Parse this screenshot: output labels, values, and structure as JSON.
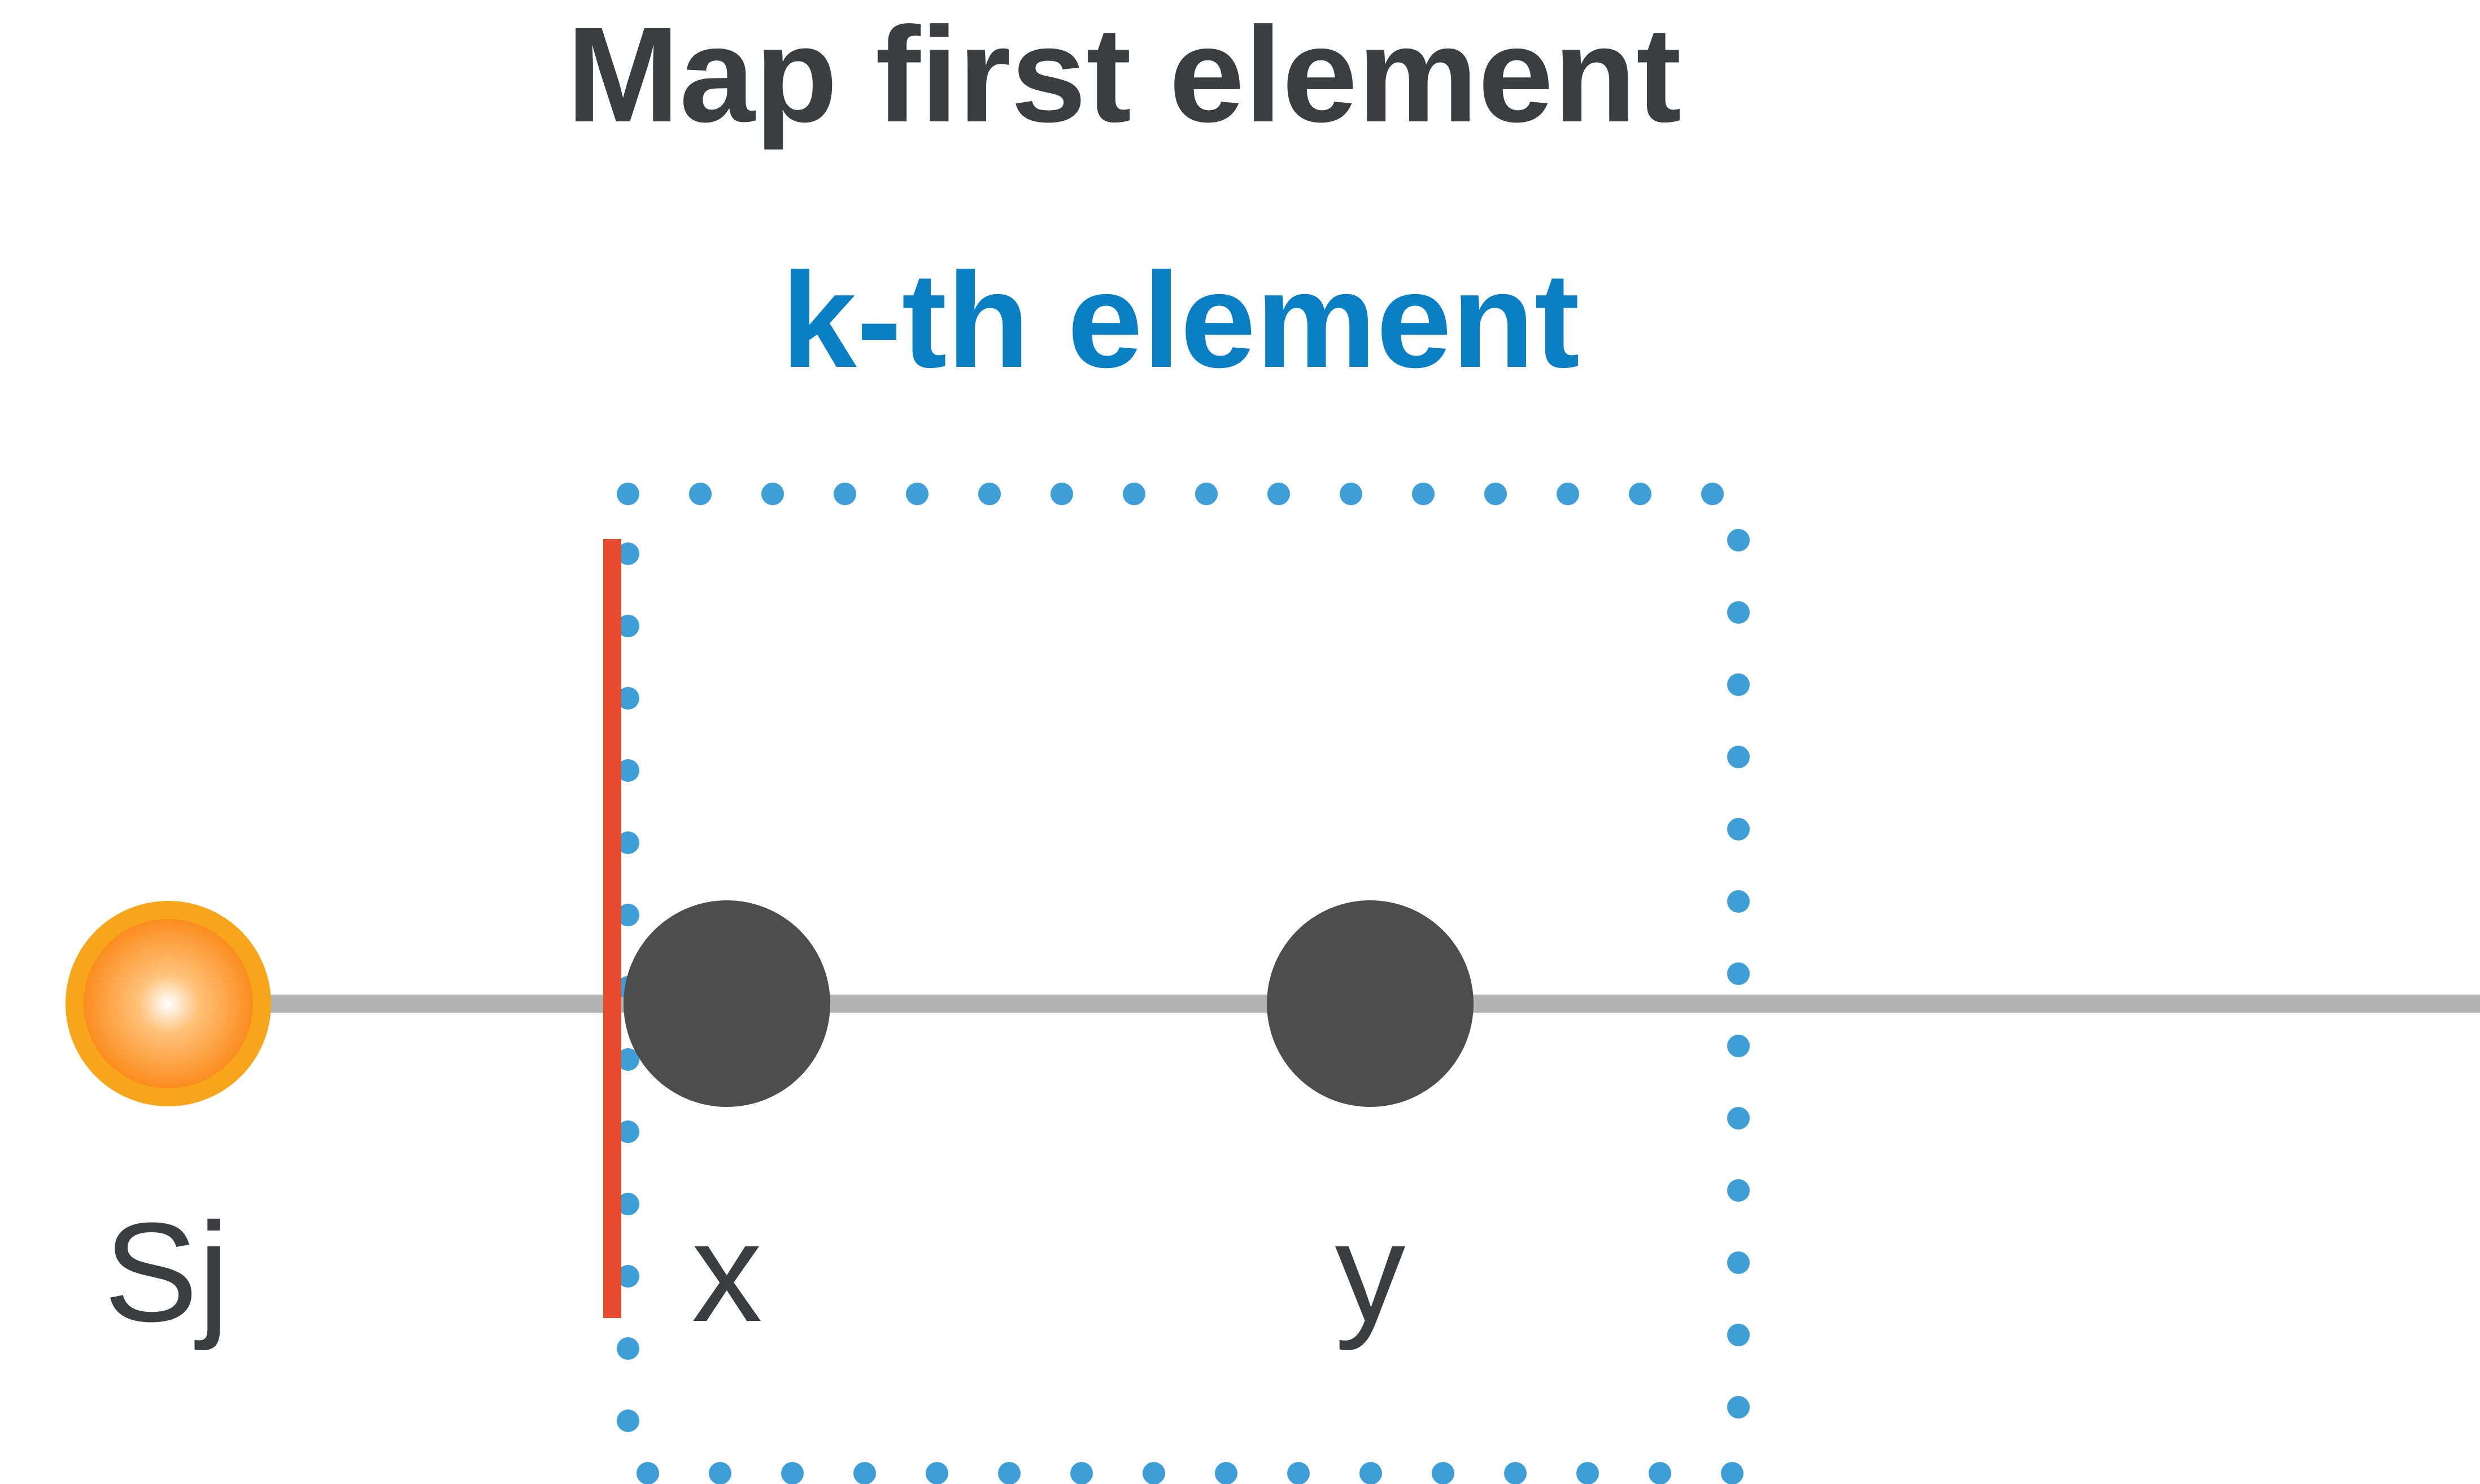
{
  "title": "Map first element",
  "subtitle": "k-th element",
  "nodes": {
    "start_label": "Sj",
    "first_label": "x",
    "second_label": "y"
  },
  "colors": {
    "title": "#3c3d40",
    "subtitle": "#0a7fc4",
    "line": "#b3b3b3",
    "node": "#4d4d4d",
    "label": "#3c3d40",
    "start_outer": "#f7a51b",
    "start_inner": "#fb8c1f",
    "start_core": "#ffffff",
    "marker": "#e84a2f",
    "window_dots": "#3d9fd6"
  }
}
